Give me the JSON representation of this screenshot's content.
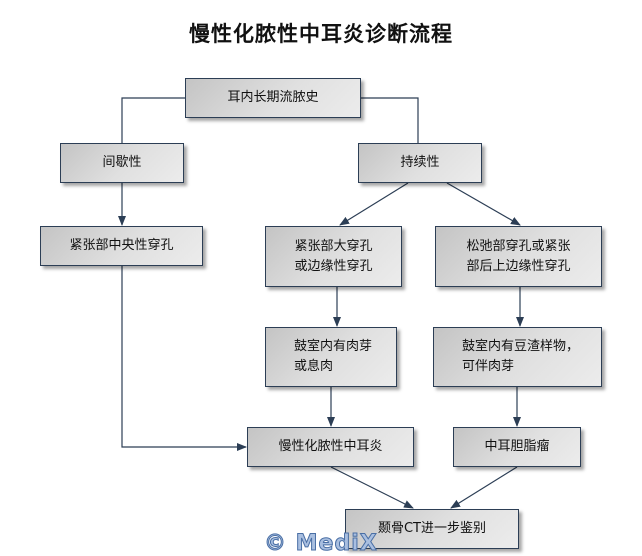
{
  "title": "慢性化脓性中耳炎诊断流程",
  "nodes": {
    "history": "耳内长期流脓史",
    "intermittent": "间歇性",
    "persistent": "持续性",
    "central_perforation": "紧张部中央性穿孔",
    "large_perforation": "紧张部大穿孔\n或边缘性穿孔",
    "attic_perforation": "松弛部穿孔或紧张\n部后上边缘性穿孔",
    "granulation": "鼓室内有肉芽\n或息肉",
    "cholesteatoma_material": "鼓室内有豆渣样物，\n可伴肉芽",
    "cspom": "慢性化脓性中耳炎",
    "cholesteatoma": "中耳胆脂瘤",
    "ct": "颞骨CT进一步鉴别"
  },
  "watermark": "© MediX",
  "colors": {
    "line": "#2c3e55",
    "box_border": "#2c3e55"
  }
}
